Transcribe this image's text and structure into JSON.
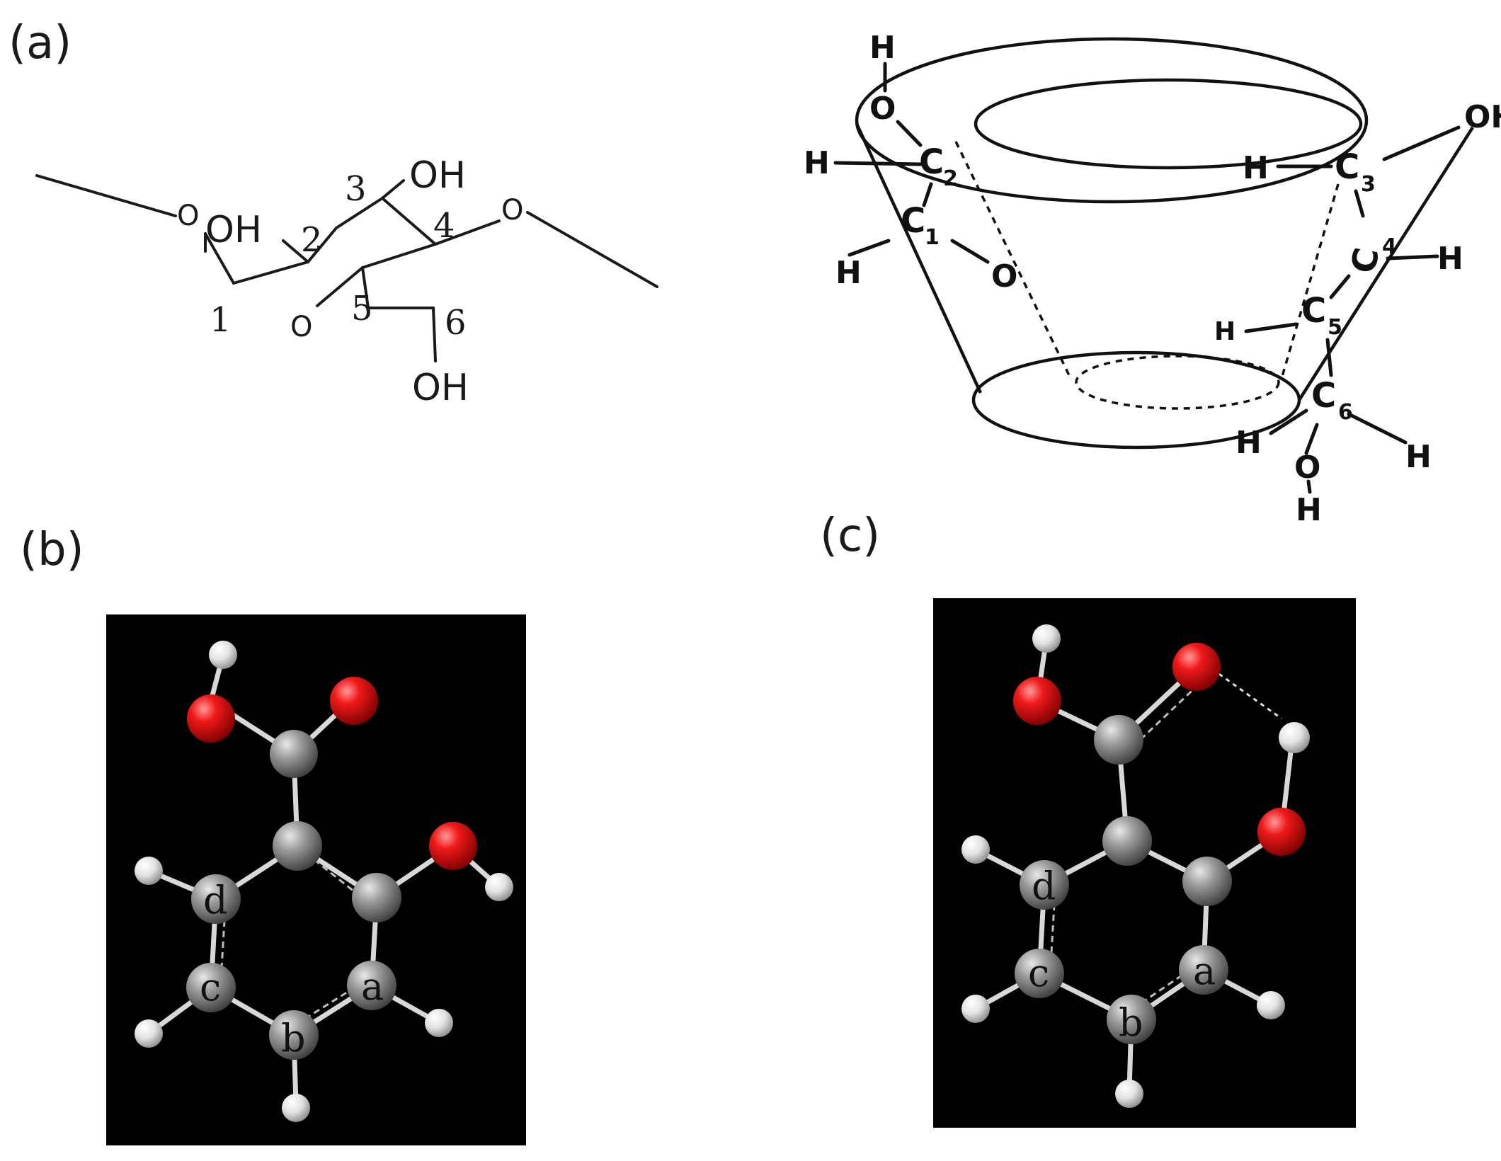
{
  "panels": {
    "a_label": "(a)",
    "b_label": "(b)",
    "c_label": "(c)"
  },
  "glucose": {
    "oh_top": "OH",
    "oh_left": "OH",
    "oh_bottom": "OH",
    "ring_o": "O",
    "o_left": "O",
    "o_right": "O",
    "n1": "1",
    "n2": "2",
    "n3": "3",
    "n4": "4",
    "n5": "5",
    "n6": "6"
  },
  "cone": {
    "h": "H",
    "o": "O",
    "oh": "OH",
    "c": "C",
    "s1": "1",
    "s2": "2",
    "s3": "3",
    "s4": "4",
    "s5": "5",
    "s6": "6"
  },
  "models": {
    "a": "a",
    "b": "b",
    "c": "c",
    "d": "d"
  },
  "colors": {
    "background_model": "#000000",
    "oxygen": "#e8161a",
    "carbon": "#8e8e8e",
    "hydrogen": "#efefef"
  }
}
